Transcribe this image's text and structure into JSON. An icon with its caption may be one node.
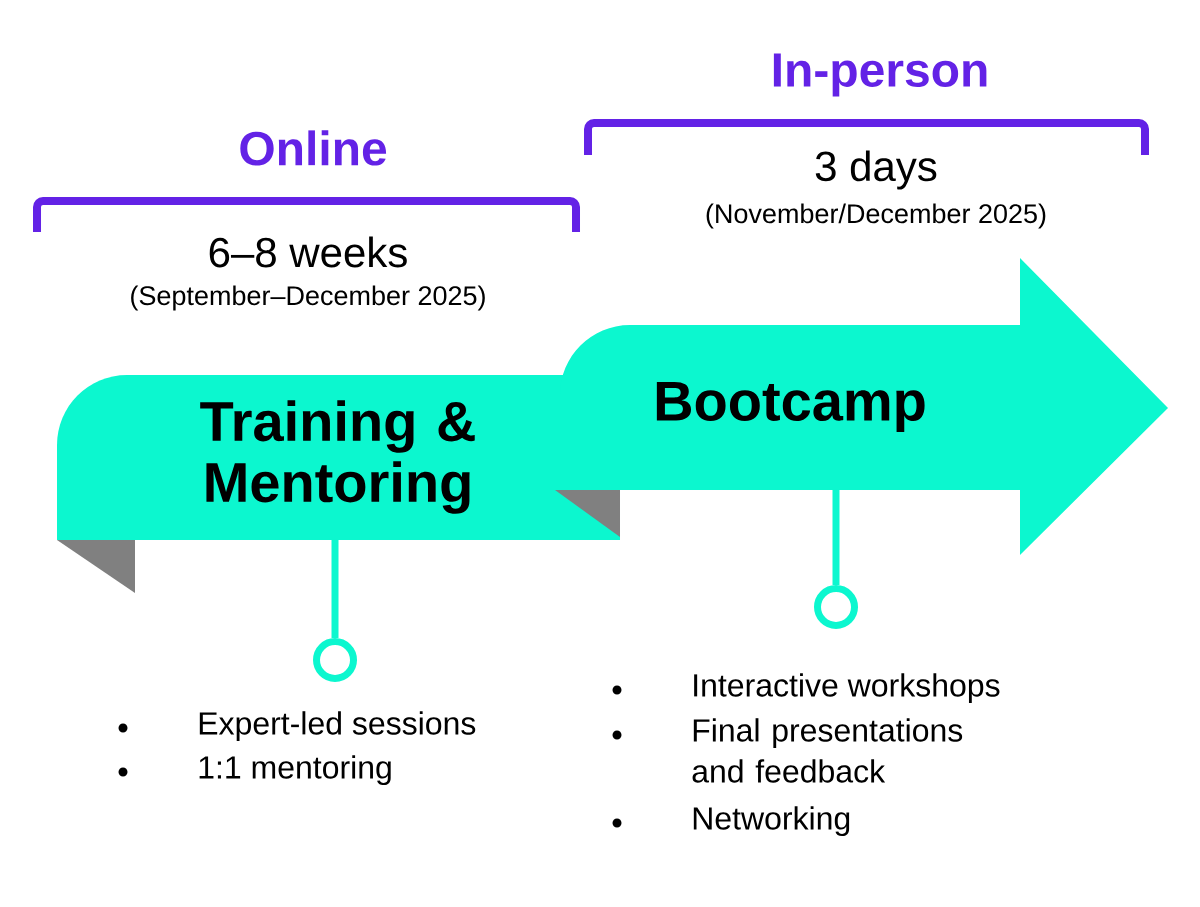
{
  "diagram": {
    "nodes": [
      {
        "text": [
          "Training & Mentoring"
        ]
      },
      {
        "text": [
          "Bootcamp"
        ]
      },
      {
        "text": [],
        "shape": "circle"
      },
      {
        "text": [],
        "shape": "circle"
      }
    ],
    "edges": [
      {
        "from": 0,
        "to": 2,
        "arrow": "none"
      },
      {
        "from": 1,
        "to": 3,
        "arrow": "none"
      }
    ],
    "labels": [
      "In-person",
      "Online",
      "3 days",
      "(November/December 2025)",
      "6–8 weeks",
      "(September–December 2025)",
      "Expert-led sessions",
      "1:1 mentoring",
      "Interactive workshops",
      "Final presentations and feedback",
      "Networking"
    ]
  }
}
